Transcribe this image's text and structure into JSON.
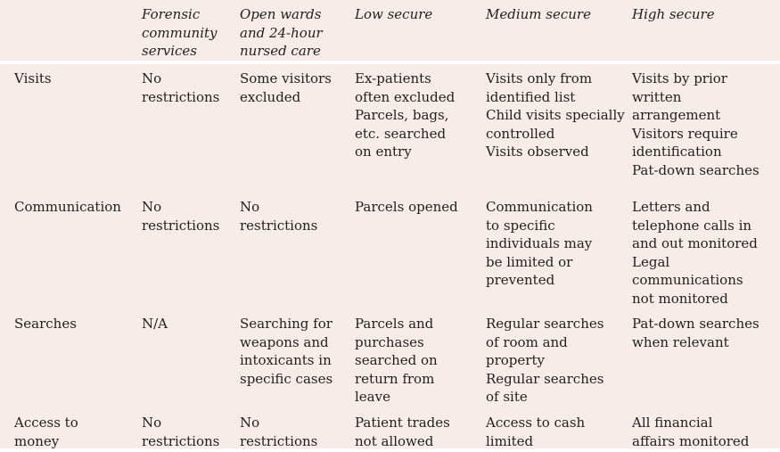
{
  "table": {
    "title_semantic": "Security restrictions by level of forensic mental health service",
    "colors": {
      "background": "#f7ece8",
      "divider": "#ffffff",
      "text": "#1f1f1f"
    },
    "header": {
      "corner": [
        ""
      ],
      "col1": [
        "Forensic",
        "community",
        "services"
      ],
      "col2": [
        "Open wards",
        "and 24-hour",
        "nursed care"
      ],
      "col3": [
        "Low secure"
      ],
      "col4": [
        "Medium secure"
      ],
      "col5": [
        "High secure"
      ]
    },
    "rows": [
      {
        "label": [
          "Visits"
        ],
        "cells": [
          [
            "No",
            "restrictions"
          ],
          [
            "Some visitors",
            "excluded"
          ],
          [
            "Ex-patients",
            "often excluded",
            "Parcels, bags,",
            "etc. searched",
            "on entry"
          ],
          [
            "Visits only from",
            "identified list",
            "Child visits specially",
            "controlled",
            "Visits observed"
          ],
          [
            "Visits by prior",
            "written",
            "arrangement",
            "Visitors require",
            "identification",
            "Pat-down searches"
          ]
        ]
      },
      {
        "label": [
          "Communication"
        ],
        "cells": [
          [
            "No",
            "restrictions"
          ],
          [
            "No",
            "restrictions"
          ],
          [
            "Parcels opened"
          ],
          [
            "Communication",
            "to specific",
            "individuals may",
            "be limited or",
            "prevented"
          ],
          [
            "Letters and",
            "telephone calls in",
            "and out monitored",
            "Legal",
            "communications",
            "not monitored"
          ]
        ]
      },
      {
        "label": [
          "Searches"
        ],
        "cells": [
          [
            "N/A"
          ],
          [
            "Searching for",
            "weapons and",
            "intoxicants in",
            "specific cases"
          ],
          [
            "Parcels and",
            "purchases",
            "searched on",
            "return from",
            "leave"
          ],
          [
            "Regular searches",
            "of room and",
            "property",
            "Regular searches",
            "of site"
          ],
          [
            "Pat-down searches",
            "when relevant"
          ]
        ]
      },
      {
        "label": [
          "Access to",
          "money"
        ],
        "cells": [
          [
            "No",
            "restrictions"
          ],
          [
            "No",
            "restrictions"
          ],
          [
            "Patient trades",
            "not allowed"
          ],
          [
            "Access to cash",
            "limited"
          ],
          [
            "All financial",
            "affairs monitored"
          ]
        ]
      }
    ]
  }
}
